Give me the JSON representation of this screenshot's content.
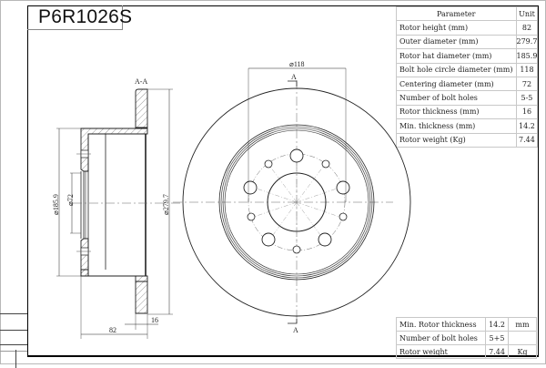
{
  "title_block": {
    "part_number": "P6R1026S"
  },
  "spec_table": {
    "header": {
      "parameter": "Parameter",
      "unit": "Unit"
    },
    "rows": [
      {
        "label": "Rotor height (mm)",
        "value": "82"
      },
      {
        "label": "Outer diameter (mm)",
        "value": "279.7"
      },
      {
        "label": "Rotor hat diameter (mm)",
        "value": "185.9"
      },
      {
        "label": "Bolt hole circle diameter (mm)",
        "value": "118"
      },
      {
        "label": "Centering diameter (mm)",
        "value": "72"
      },
      {
        "label": "Number of bolt holes",
        "value": "5-5"
      },
      {
        "label": "Rotor thickness (mm)",
        "value": "16"
      },
      {
        "label": "Min. thickness (mm)",
        "value": "14.2"
      },
      {
        "label": "Rotor weight (Kg)",
        "value": "7.44"
      }
    ]
  },
  "summary_table": {
    "rows": [
      {
        "label": "Min. Rotor thickness",
        "value": "14.2",
        "unit": "mm"
      },
      {
        "label": "Number of bolt holes",
        "value": "5+5",
        "unit": ""
      },
      {
        "label": "Rotor weight",
        "value": "7.44",
        "unit": "Kg"
      }
    ]
  },
  "section_view": {
    "label": "A-A",
    "dim_hat_diameter": "⌀185.9",
    "dim_center_bore": "⌀72",
    "dim_outer_diameter": "⌀279.7",
    "dim_height": "82",
    "dim_thickness": "16"
  },
  "front_view": {
    "dim_bolt_circle": "⌀118",
    "section_marker_top": "A",
    "section_marker_bottom": "A"
  }
}
